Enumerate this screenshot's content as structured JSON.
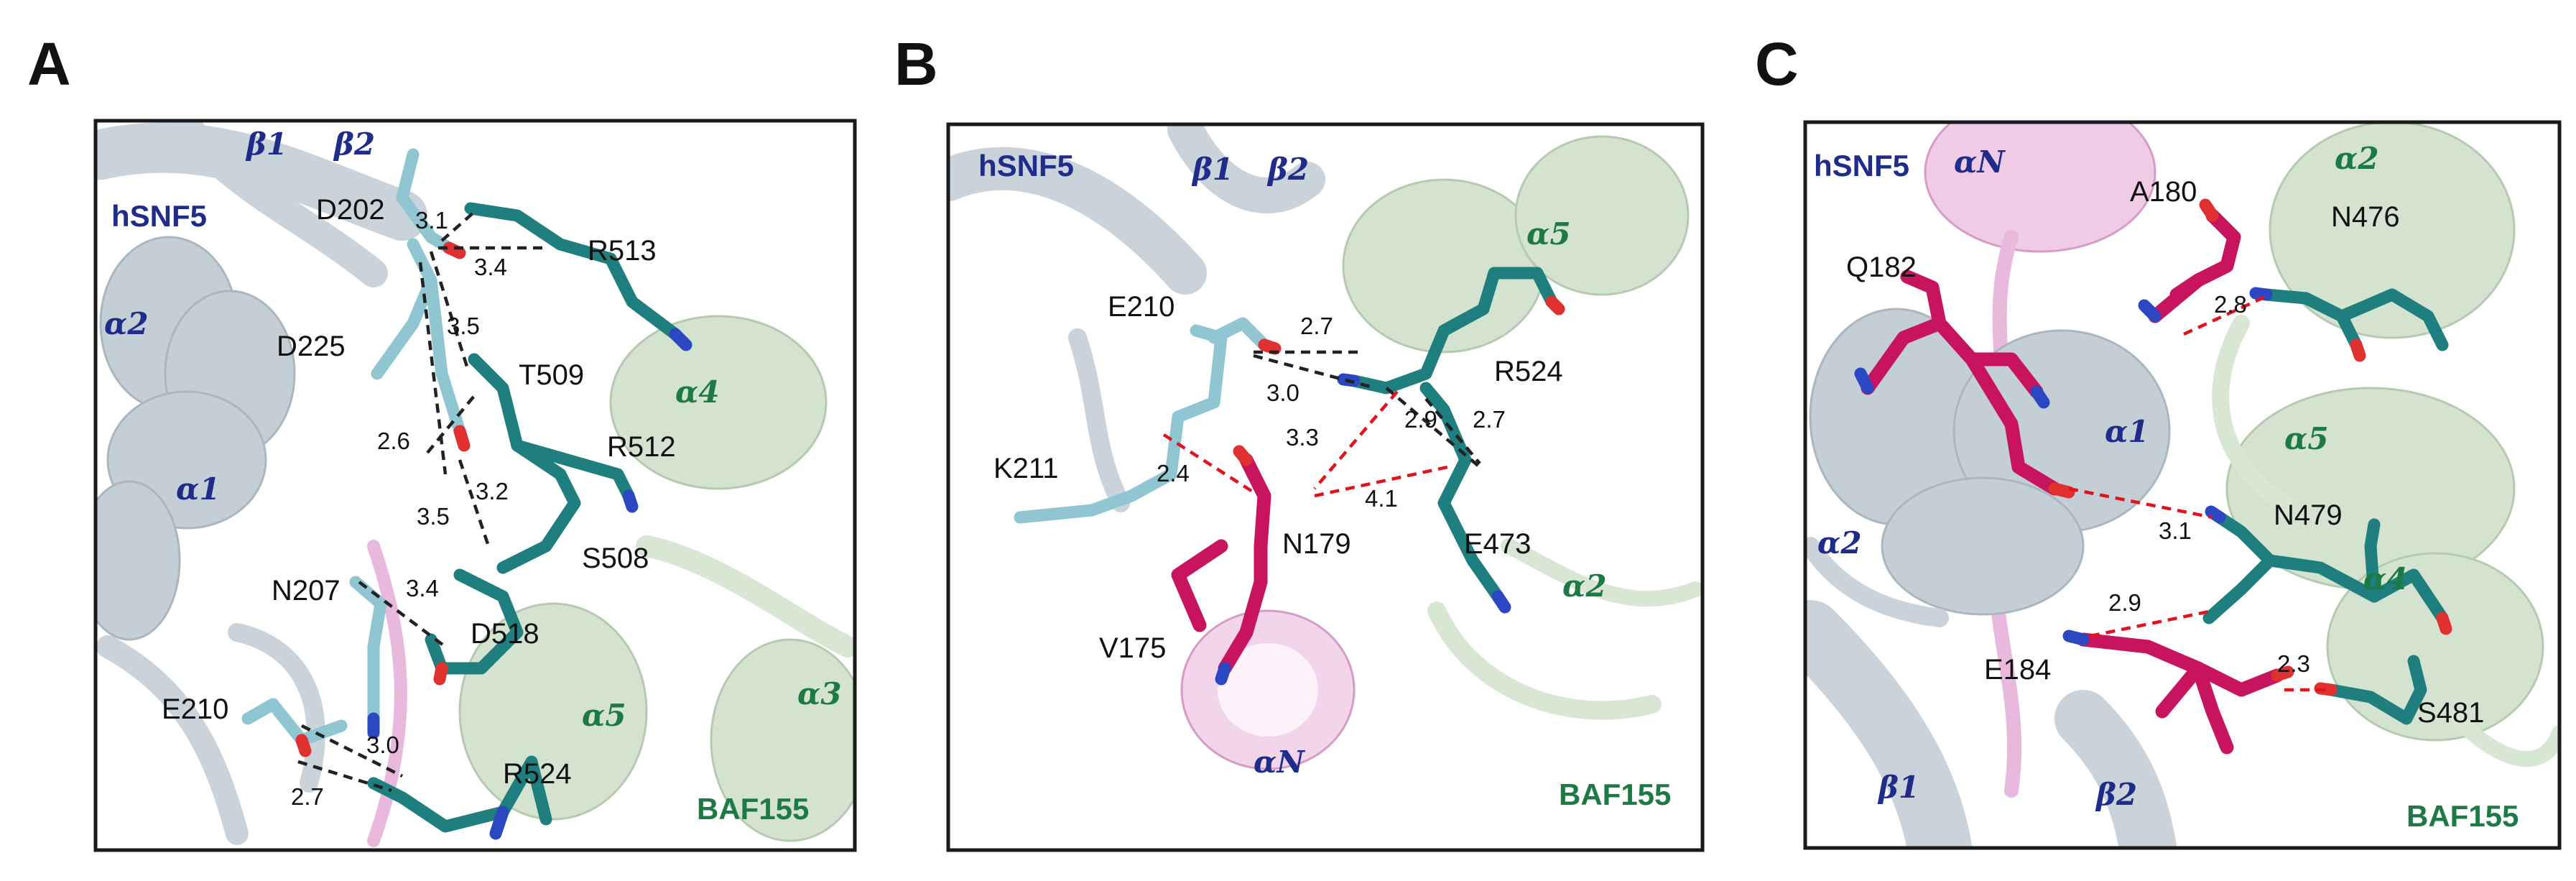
{
  "colors": {
    "hsnf5_label": "#1f2c8a",
    "baf155_label": "#1d7a44",
    "hbond_black": "#222222",
    "hbond_red": "#e0141e",
    "hsnf5_stick": "#8fc6d2",
    "baf155_stick": "#1f7f7e",
    "alphaN_stick": "#c8135f"
  },
  "panels": [
    {
      "letter": "A",
      "protein_hsnf5": "hSNF5",
      "protein_baf155": "BAF155",
      "secondary_structure": [
        "β1",
        "β2",
        "α2",
        "α1",
        "α4",
        "α5",
        "α3"
      ],
      "residues": [
        "D202",
        "R513",
        "D225",
        "T509",
        "R512",
        "S508",
        "N207",
        "D518",
        "E210",
        "R524"
      ],
      "distances": [
        "3.1",
        "3.4",
        "3.5",
        "2.6",
        "3.2",
        "3.5",
        "3.4",
        "3.0",
        "2.7"
      ]
    },
    {
      "letter": "B",
      "protein_hsnf5": "hSNF5",
      "protein_baf155": "BAF155",
      "secondary_structure": [
        "β1",
        "β2",
        "α5",
        "α2",
        "αN"
      ],
      "residues": [
        "E210",
        "R524",
        "K211",
        "N179",
        "E473",
        "V175"
      ],
      "distances": [
        "2.7",
        "3.0",
        "2.9",
        "2.7",
        "3.3",
        "2.4",
        "4.1"
      ]
    },
    {
      "letter": "C",
      "protein_hsnf5": "hSNF5",
      "protein_baf155": "BAF155",
      "secondary_structure": [
        "αN",
        "α2",
        "α1",
        "α5",
        "α2",
        "α4",
        "β1",
        "β2"
      ],
      "residues": [
        "A180",
        "N476",
        "Q182",
        "N479",
        "E184",
        "S481"
      ],
      "distances": [
        "2.8",
        "3.1",
        "2.9",
        "2.3"
      ]
    }
  ]
}
